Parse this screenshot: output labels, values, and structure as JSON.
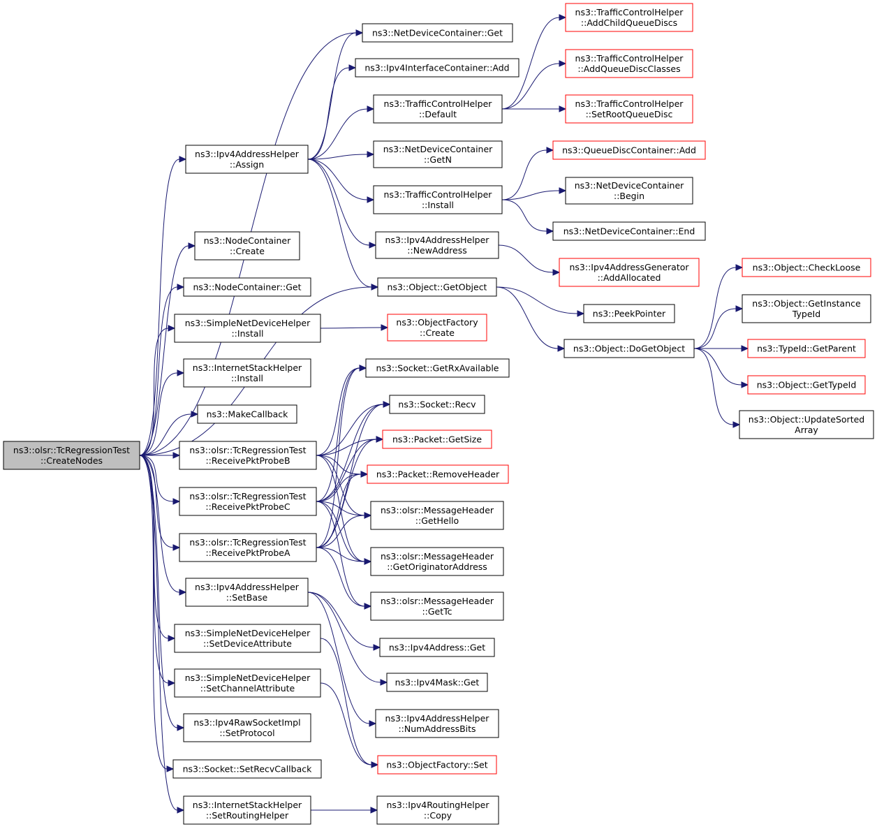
{
  "colors": {
    "edge": "#191970",
    "root_fill": "#bfbfbf",
    "normal_border": "#000000",
    "truncated_border": "#ff0000"
  },
  "nodes": [
    {
      "id": "root",
      "lines": [
        "ns3::olsr::TcRegressionTest",
        "::CreateNodes"
      ],
      "style": "root"
    },
    {
      "id": "ndc_get",
      "lines": [
        "ns3::NetDeviceContainer::Get"
      ],
      "style": "normal"
    },
    {
      "id": "ipv4ic_add",
      "lines": [
        "ns3::Ipv4InterfaceContainer::Add"
      ],
      "style": "normal"
    },
    {
      "id": "tch_default",
      "lines": [
        "ns3::TrafficControlHelper",
        "::Default"
      ],
      "style": "normal"
    },
    {
      "id": "ipv4ah_assign",
      "lines": [
        "ns3::Ipv4AddressHelper",
        "::Assign"
      ],
      "style": "normal"
    },
    {
      "id": "ndc_getn",
      "lines": [
        "ns3::NetDeviceContainer",
        "::GetN"
      ],
      "style": "normal"
    },
    {
      "id": "tch_install",
      "lines": [
        "ns3::TrafficControlHelper",
        "::Install"
      ],
      "style": "normal"
    },
    {
      "id": "ipv4ah_newaddr",
      "lines": [
        "ns3::Ipv4AddressHelper",
        "::NewAddress"
      ],
      "style": "normal"
    },
    {
      "id": "obj_getobject",
      "lines": [
        "ns3::Object::GetObject"
      ],
      "style": "normal"
    },
    {
      "id": "tch_addchild",
      "lines": [
        "ns3::TrafficControlHelper",
        "::AddChildQueueDiscs"
      ],
      "style": "red"
    },
    {
      "id": "tch_addclasses",
      "lines": [
        "ns3::TrafficControlHelper",
        "::AddQueueDiscClasses"
      ],
      "style": "red"
    },
    {
      "id": "tch_setroot",
      "lines": [
        "ns3::TrafficControlHelper",
        "::SetRootQueueDisc"
      ],
      "style": "red"
    },
    {
      "id": "qdc_add",
      "lines": [
        "ns3::QueueDiscContainer::Add"
      ],
      "style": "red"
    },
    {
      "id": "ndc_begin",
      "lines": [
        "ns3::NetDeviceContainer",
        "::Begin"
      ],
      "style": "normal"
    },
    {
      "id": "ndc_end",
      "lines": [
        "ns3::NetDeviceContainer::End"
      ],
      "style": "normal"
    },
    {
      "id": "ipv4ag_alloc",
      "lines": [
        "ns3::Ipv4AddressGenerator",
        "::AddAllocated"
      ],
      "style": "red"
    },
    {
      "id": "peekpointer",
      "lines": [
        "ns3::PeekPointer"
      ],
      "style": "normal"
    },
    {
      "id": "obj_dogetobject",
      "lines": [
        "ns3::Object::DoGetObject"
      ],
      "style": "normal"
    },
    {
      "id": "obj_checkloose",
      "lines": [
        "ns3::Object::CheckLoose"
      ],
      "style": "red"
    },
    {
      "id": "obj_getinstancetypeid",
      "lines": [
        "ns3::Object::GetInstance",
        "TypeId"
      ],
      "style": "normal"
    },
    {
      "id": "typeid_getparent",
      "lines": [
        "ns3::TypeId::GetParent"
      ],
      "style": "red"
    },
    {
      "id": "obj_gettypeid",
      "lines": [
        "ns3::Object::GetTypeId"
      ],
      "style": "red"
    },
    {
      "id": "obj_updatesorted",
      "lines": [
        "ns3::Object::UpdateSorted",
        "Array"
      ],
      "style": "normal"
    },
    {
      "id": "nc_create",
      "lines": [
        "ns3::NodeContainer",
        "::Create"
      ],
      "style": "normal"
    },
    {
      "id": "nc_get",
      "lines": [
        "ns3::NodeContainer::Get"
      ],
      "style": "normal"
    },
    {
      "id": "sndh_install",
      "lines": [
        "ns3::SimpleNetDeviceHelper",
        "::Install"
      ],
      "style": "normal"
    },
    {
      "id": "of_create",
      "lines": [
        "ns3::ObjectFactory",
        "::Create"
      ],
      "style": "red"
    },
    {
      "id": "ish_install",
      "lines": [
        "ns3::InternetStackHelper",
        "::Install"
      ],
      "style": "normal"
    },
    {
      "id": "makecallback",
      "lines": [
        "ns3::MakeCallback"
      ],
      "style": "normal"
    },
    {
      "id": "probe_b",
      "lines": [
        "ns3::olsr::TcRegressionTest",
        "::ReceivePktProbeB"
      ],
      "style": "normal"
    },
    {
      "id": "probe_c",
      "lines": [
        "ns3::olsr::TcRegressionTest",
        "::ReceivePktProbeC"
      ],
      "style": "normal"
    },
    {
      "id": "probe_a",
      "lines": [
        "ns3::olsr::TcRegressionTest",
        "::ReceivePktProbeA"
      ],
      "style": "normal"
    },
    {
      "id": "sock_getrx",
      "lines": [
        "ns3::Socket::GetRxAvailable"
      ],
      "style": "normal"
    },
    {
      "id": "sock_recv",
      "lines": [
        "ns3::Socket::Recv"
      ],
      "style": "normal"
    },
    {
      "id": "pkt_getsize",
      "lines": [
        "ns3::Packet::GetSize"
      ],
      "style": "red"
    },
    {
      "id": "pkt_removeheader",
      "lines": [
        "ns3::Packet::RemoveHeader"
      ],
      "style": "red"
    },
    {
      "id": "mh_gethello",
      "lines": [
        "ns3::olsr::MessageHeader",
        "::GetHello"
      ],
      "style": "normal"
    },
    {
      "id": "mh_getorig",
      "lines": [
        "ns3::olsr::MessageHeader",
        "::GetOriginatorAddress"
      ],
      "style": "normal"
    },
    {
      "id": "mh_gettc",
      "lines": [
        "ns3::olsr::MessageHeader",
        "::GetTc"
      ],
      "style": "normal"
    },
    {
      "id": "ipv4ah_setbase",
      "lines": [
        "ns3::Ipv4AddressHelper",
        "::SetBase"
      ],
      "style": "normal"
    },
    {
      "id": "ipv4addr_get",
      "lines": [
        "ns3::Ipv4Address::Get"
      ],
      "style": "normal"
    },
    {
      "id": "ipv4mask_get",
      "lines": [
        "ns3::Ipv4Mask::Get"
      ],
      "style": "normal"
    },
    {
      "id": "ipv4ah_numbits",
      "lines": [
        "ns3::Ipv4AddressHelper",
        "::NumAddressBits"
      ],
      "style": "normal"
    },
    {
      "id": "sndh_setdevattr",
      "lines": [
        "ns3::SimpleNetDeviceHelper",
        "::SetDeviceAttribute"
      ],
      "style": "normal"
    },
    {
      "id": "sndh_setchanattr",
      "lines": [
        "ns3::SimpleNetDeviceHelper",
        "::SetChannelAttribute"
      ],
      "style": "normal"
    },
    {
      "id": "of_set",
      "lines": [
        "ns3::ObjectFactory::Set"
      ],
      "style": "red"
    },
    {
      "id": "ipv4raw_setproto",
      "lines": [
        "ns3::Ipv4RawSocketImpl",
        "::SetProtocol"
      ],
      "style": "normal"
    },
    {
      "id": "sock_setrecvcb",
      "lines": [
        "ns3::Socket::SetRecvCallback"
      ],
      "style": "normal"
    },
    {
      "id": "ish_setrouting",
      "lines": [
        "ns3::InternetStackHelper",
        "::SetRoutingHelper"
      ],
      "style": "normal"
    },
    {
      "id": "ipv4rh_copy",
      "lines": [
        "ns3::Ipv4RoutingHelper",
        "::Copy"
      ],
      "style": "normal"
    }
  ],
  "edges": [
    [
      "root",
      "ndc_get"
    ],
    [
      "root",
      "ipv4ah_assign"
    ],
    [
      "root",
      "obj_getobject"
    ],
    [
      "root",
      "nc_create"
    ],
    [
      "root",
      "nc_get"
    ],
    [
      "root",
      "sndh_install"
    ],
    [
      "root",
      "ish_install"
    ],
    [
      "root",
      "makecallback"
    ],
    [
      "root",
      "probe_b"
    ],
    [
      "root",
      "probe_c"
    ],
    [
      "root",
      "probe_a"
    ],
    [
      "root",
      "ipv4ah_setbase"
    ],
    [
      "root",
      "sndh_setdevattr"
    ],
    [
      "root",
      "sndh_setchanattr"
    ],
    [
      "root",
      "ipv4raw_setproto"
    ],
    [
      "root",
      "sock_setrecvcb"
    ],
    [
      "root",
      "ish_setrouting"
    ],
    [
      "ipv4ah_assign",
      "ndc_get"
    ],
    [
      "ipv4ah_assign",
      "ipv4ic_add"
    ],
    [
      "ipv4ah_assign",
      "tch_default"
    ],
    [
      "ipv4ah_assign",
      "ndc_getn"
    ],
    [
      "ipv4ah_assign",
      "tch_install"
    ],
    [
      "ipv4ah_assign",
      "ipv4ah_newaddr"
    ],
    [
      "ipv4ah_assign",
      "obj_getobject"
    ],
    [
      "tch_default",
      "tch_addchild"
    ],
    [
      "tch_default",
      "tch_addclasses"
    ],
    [
      "tch_default",
      "tch_setroot"
    ],
    [
      "tch_install",
      "qdc_add"
    ],
    [
      "tch_install",
      "ndc_begin"
    ],
    [
      "tch_install",
      "ndc_end"
    ],
    [
      "ipv4ah_newaddr",
      "ipv4ag_alloc"
    ],
    [
      "obj_getobject",
      "peekpointer"
    ],
    [
      "obj_getobject",
      "obj_dogetobject"
    ],
    [
      "obj_dogetobject",
      "obj_checkloose"
    ],
    [
      "obj_dogetobject",
      "obj_getinstancetypeid"
    ],
    [
      "obj_dogetobject",
      "typeid_getparent"
    ],
    [
      "obj_dogetobject",
      "obj_gettypeid"
    ],
    [
      "obj_dogetobject",
      "obj_updatesorted"
    ],
    [
      "sndh_install",
      "of_create"
    ],
    [
      "probe_b",
      "sock_getrx"
    ],
    [
      "probe_b",
      "sock_recv"
    ],
    [
      "probe_b",
      "pkt_getsize"
    ],
    [
      "probe_b",
      "pkt_removeheader"
    ],
    [
      "probe_b",
      "mh_gethello"
    ],
    [
      "probe_b",
      "mh_getorig"
    ],
    [
      "probe_c",
      "sock_getrx"
    ],
    [
      "probe_c",
      "sock_recv"
    ],
    [
      "probe_c",
      "pkt_getsize"
    ],
    [
      "probe_c",
      "pkt_removeheader"
    ],
    [
      "probe_c",
      "mh_gethello"
    ],
    [
      "probe_c",
      "mh_getorig"
    ],
    [
      "probe_c",
      "mh_gettc"
    ],
    [
      "probe_a",
      "sock_getrx"
    ],
    [
      "probe_a",
      "sock_recv"
    ],
    [
      "probe_a",
      "pkt_getsize"
    ],
    [
      "probe_a",
      "pkt_removeheader"
    ],
    [
      "probe_a",
      "mh_gethello"
    ],
    [
      "probe_a",
      "mh_getorig"
    ],
    [
      "probe_a",
      "mh_gettc"
    ],
    [
      "ipv4ah_setbase",
      "ipv4addr_get"
    ],
    [
      "ipv4ah_setbase",
      "ipv4mask_get"
    ],
    [
      "ipv4ah_setbase",
      "ipv4ah_numbits"
    ],
    [
      "sndh_setdevattr",
      "of_set"
    ],
    [
      "sndh_setchanattr",
      "of_set"
    ],
    [
      "ish_setrouting",
      "ipv4rh_copy"
    ]
  ]
}
